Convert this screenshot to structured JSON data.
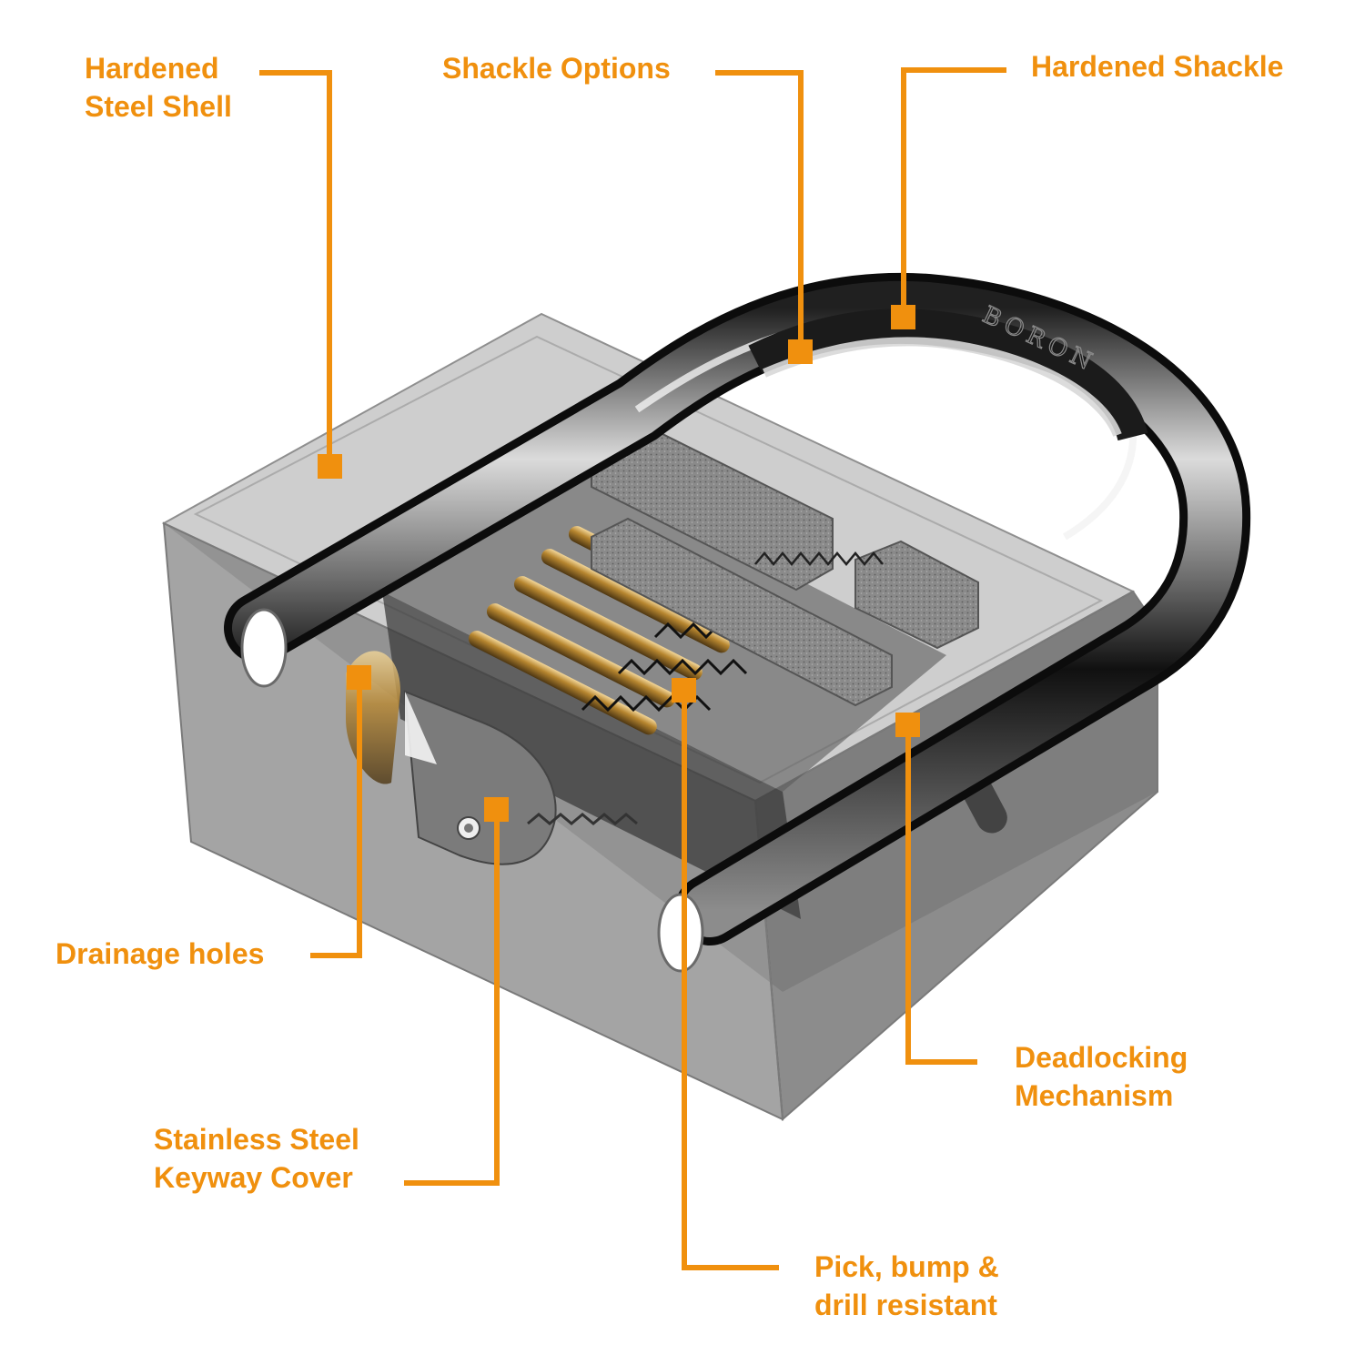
{
  "figure": {
    "accent_color": "#f0900e",
    "subject": "padlock-cutaway",
    "shackle_engraving": "BORON",
    "callouts": [
      {
        "id": "hardened-steel-shell",
        "lines": [
          "Hardened",
          "Steel Shell"
        ]
      },
      {
        "id": "shackle-options",
        "lines": [
          "Shackle Options"
        ]
      },
      {
        "id": "hardened-shackle",
        "lines": [
          "Hardened Shackle"
        ]
      },
      {
        "id": "drainage-holes",
        "lines": [
          "Drainage holes"
        ]
      },
      {
        "id": "deadlocking-mechanism",
        "lines": [
          "Deadlocking",
          "Mechanism"
        ]
      },
      {
        "id": "stainless-steel-keyway-cover",
        "lines": [
          "Stainless Steel",
          "Keyway Cover"
        ]
      },
      {
        "id": "pick-bump-drill-resistant",
        "lines": [
          "Pick, bump &",
          "drill resistant"
        ]
      }
    ]
  }
}
